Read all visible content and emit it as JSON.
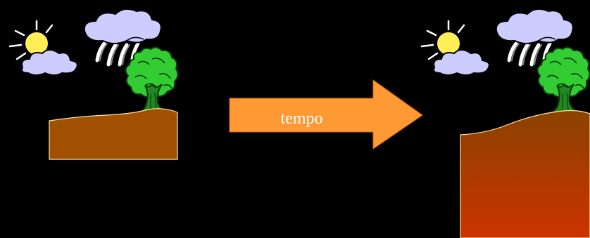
{
  "scene": {
    "arrow_label": "tempo",
    "colors": {
      "background": "#000000",
      "arrow_fill": "#ff9933",
      "soil_thin": "#a05000",
      "soil_thick_top": "#8a4200",
      "soil_thick_bottom": "#cc3300",
      "soil_outline": "#ffe6a0",
      "sun": "#ffee55",
      "cloud": "#ccccff",
      "tree_foliage": "#33cc33",
      "tree_trunk": "#228822"
    },
    "panels": [
      {
        "name": "before",
        "icons": [
          "sun-icon",
          "cloud-icon",
          "rain-icon",
          "tree-icon"
        ]
      },
      {
        "name": "after",
        "icons": [
          "sun-icon",
          "cloud-icon",
          "rain-icon",
          "tree-icon"
        ]
      }
    ]
  }
}
